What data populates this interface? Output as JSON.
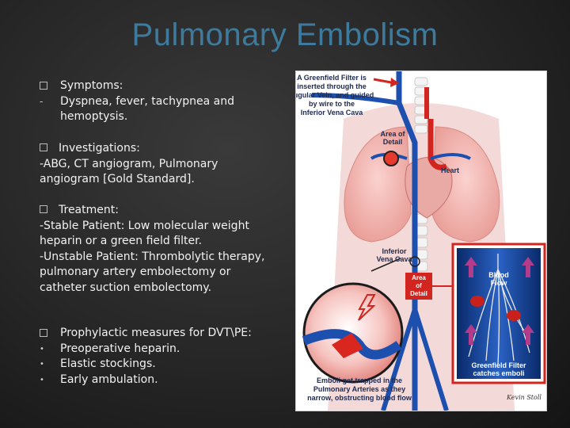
{
  "slide": {
    "title": "Pulmonary Embolism",
    "colors": {
      "title": "#3d7a9c",
      "text": "#f2f2f2",
      "background": "#262626"
    }
  },
  "sections": {
    "symptoms": {
      "heading": "Symptoms:",
      "body": "Dyspnea, fever, tachypnea and hemoptysis."
    },
    "investigations": {
      "heading": "Investigations:",
      "lines": [
        "-ABG, CT angiogram, Pulmonary angiogram [Gold Standard]."
      ]
    },
    "treatment": {
      "heading": "Treatment:",
      "lines": [
        "-Stable Patient: Low molecular weight heparin or a green field filter.",
        "-Unstable Patient:  Thrombolytic therapy, pulmonary artery embolectomy or catheter suction embolectomy."
      ]
    },
    "prophylactic": {
      "heading": "Prophylactic measures for DVT\\PE:",
      "items": [
        "Preoperative heparin.",
        "Elastic stockings.",
        "Early ambulation."
      ]
    }
  },
  "figure": {
    "caption_top": [
      "A Greenfield Filter is",
      "inserted through the",
      "Jugular Vein, and guided",
      "by wire to the",
      "Inferior Vena Cava"
    ],
    "area_of_detail_top": [
      "Area of",
      "Detail"
    ],
    "heart_label": "Heart",
    "ivc_label": [
      "Inferior",
      "Vena Cava"
    ],
    "area_of_detail_box": [
      "Area",
      "of",
      "Detail"
    ],
    "blood_flow_label": [
      "Blood",
      "Flow"
    ],
    "filter_label": [
      "Greenfield Filter",
      "catches emboli"
    ],
    "caption_bottom": [
      "Emboli get trapped in the",
      "Pulmonary Arteries as they",
      "narrow, obstructing blood flow"
    ],
    "signature": "Kevin Stoll"
  }
}
